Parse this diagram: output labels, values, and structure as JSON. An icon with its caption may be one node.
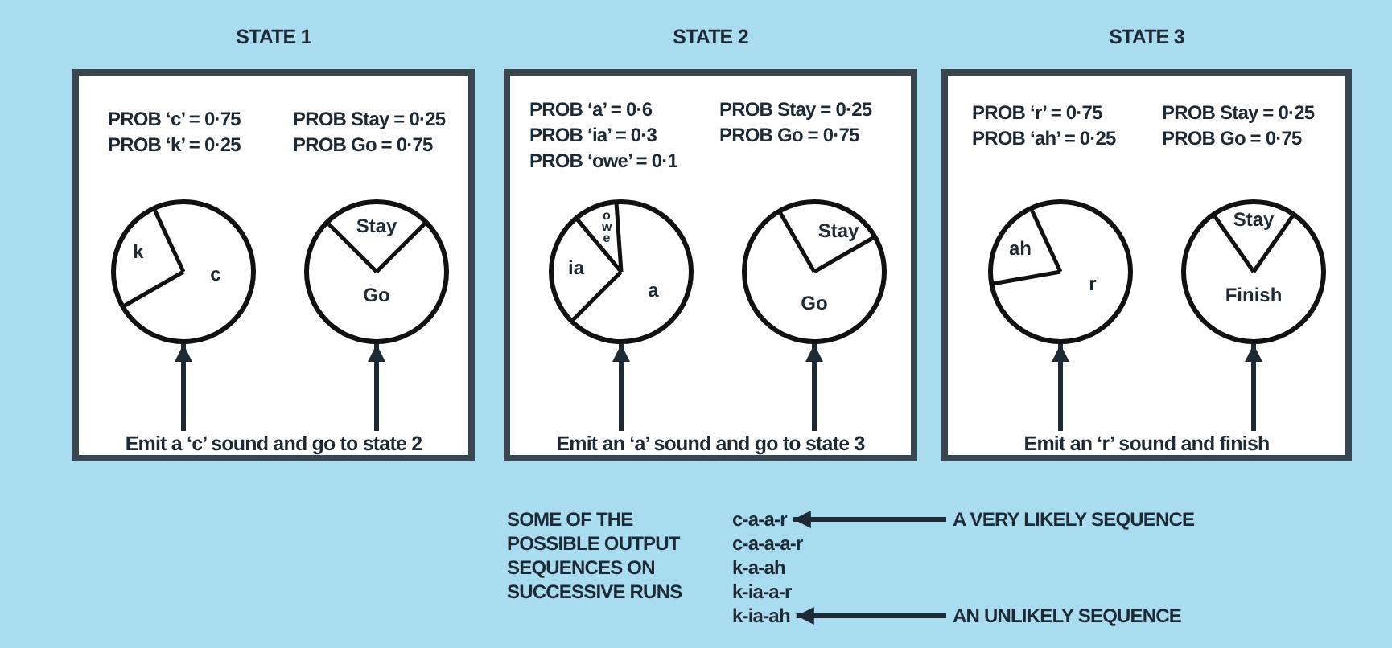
{
  "diagram": {
    "nodes": [
      {
        "text": [
          "STATE 1",
          "PROB ‘c’ = 0·75",
          "PROB Stay = 0·25",
          "PROB ‘k’ = 0·25",
          "PROB Go = 0·75"
        ]
      },
      {
        "text": [
          "k",
          "c"
        ],
        "in": 0
      },
      {
        "text": [
          "Stay",
          "Go"
        ],
        "in": 0
      },
      {
        "text": [
          "Emit a ‘c’ sound and go to state 2"
        ],
        "in": 0
      },
      {
        "text": [
          "STATE 2",
          "PROB ‘a’ = 0·6",
          "PROB Stay = 0·25",
          "PROB ‘ia’ = 0·3",
          "PROB Go = 0·75",
          "PROB ‘owe’ = 0·1"
        ]
      },
      {
        "text": [
          "owe",
          "ia",
          "a"
        ],
        "in": 4
      },
      {
        "text": [
          "Stay",
          "Go"
        ],
        "in": 4
      },
      {
        "text": [
          "Emit an ‘a’ sound and go to state 3"
        ],
        "in": 4
      },
      {
        "text": [
          "STATE 3",
          "PROB ‘r’ = 0·75",
          "PROB Stay = 0·25",
          "PROB ‘ah’ = 0·25",
          "PROB Go = 0·75"
        ]
      },
      {
        "text": [
          "ah",
          "r"
        ],
        "in": 8
      },
      {
        "text": [
          "Stay",
          "Finish"
        ],
        "in": 8
      },
      {
        "text": [
          "Emit an ‘r’ sound and finish"
        ],
        "in": 8
      },
      {
        "text": [
          "c-a-a-r"
        ]
      },
      {
        "text": [
          "A VERY LIKELY SEQUENCE"
        ]
      },
      {
        "text": [
          "k-ia-ah"
        ]
      },
      {
        "text": [
          "AN UNLIKELY SEQUENCE"
        ]
      }
    ],
    "edges": [
      {
        "from": 3,
        "to": 1,
        "arrow": "to"
      },
      {
        "from": 3,
        "to": 2,
        "arrow": "to"
      },
      {
        "from": 7,
        "to": 5,
        "arrow": "to"
      },
      {
        "from": 7,
        "to": 6,
        "arrow": "to"
      },
      {
        "from": 11,
        "to": 9,
        "arrow": "to"
      },
      {
        "from": 11,
        "to": 10,
        "arrow": "to"
      },
      {
        "from": 13,
        "to": 12,
        "arrow": "to"
      },
      {
        "from": 15,
        "to": 14,
        "arrow": "to"
      }
    ],
    "labels": [
      "SOME OF THE POSSIBLE OUTPUT SEQUENCES ON SUCCESSIVE RUNS",
      "c-a-a-a-r",
      "k-a-ah",
      "k-ia-a-r"
    ]
  }
}
